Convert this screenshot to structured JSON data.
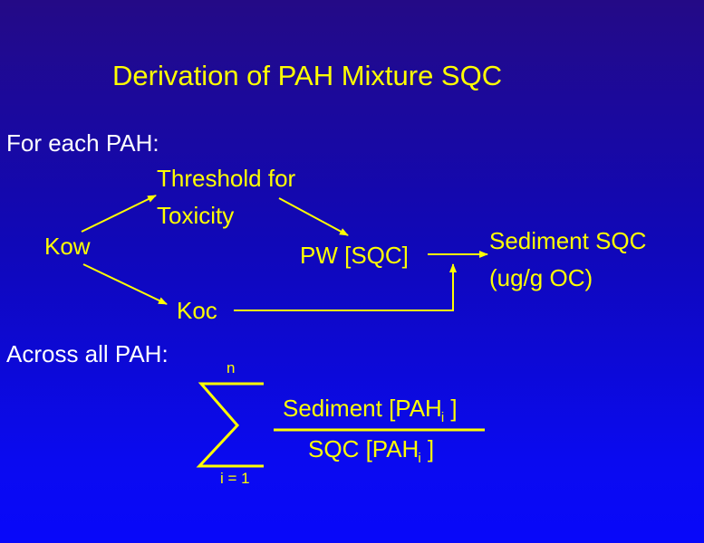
{
  "title": "Derivation of PAH Mixture SQC",
  "section_each": "For each PAH:",
  "section_all": "Across all PAH:",
  "nodes": {
    "kow": "Kow",
    "threshold_line1": "Threshold for",
    "threshold_line2": "Toxicity",
    "pw": "PW [SQC]",
    "koc": "Koc",
    "sediment_line1": "Sediment SQC",
    "sediment_line2": "(ug/g OC)"
  },
  "formula": {
    "upper_limit": "n",
    "lower_limit": "i = 1",
    "numerator_prefix": "Sediment [PAH",
    "numerator_sub": "i",
    "numerator_suffix": " ]",
    "denominator_prefix": "SQC [PAH",
    "denominator_sub": "i",
    "denominator_suffix": " ]"
  },
  "colors": {
    "text": "#ffff00",
    "heading": "#ffffff"
  }
}
